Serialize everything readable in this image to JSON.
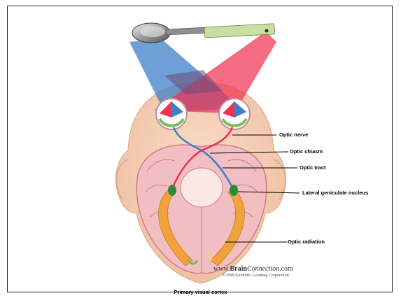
{
  "labels": {
    "optic_nerve": "Optic nerve",
    "optic_chiasm": "Optic chiasm",
    "optic_tract": "Optic tract",
    "lateral_geniculate_nucleus": "Lateral geniculate nucleus",
    "optic_radiation": "Optic radiation",
    "primary_visual_cortex": "Primary visual cortex"
  },
  "watermark": {
    "site_prefix": "www.",
    "site_brain": "Brain",
    "site_connection": "Connection",
    "site_suffix": ".com",
    "copyright": "©1999 Scientific Learning Corporation"
  },
  "colors": {
    "left_field": "#3d7fc8",
    "right_field": "#ee3352",
    "skin": "#f6d2b8",
    "brain_pink": "#f1bfc2",
    "radiation_orange": "#f2a23b",
    "geniculate_green": "#2e8a3a"
  },
  "icons": [
    "spoon-icon",
    "stick-icon"
  ]
}
